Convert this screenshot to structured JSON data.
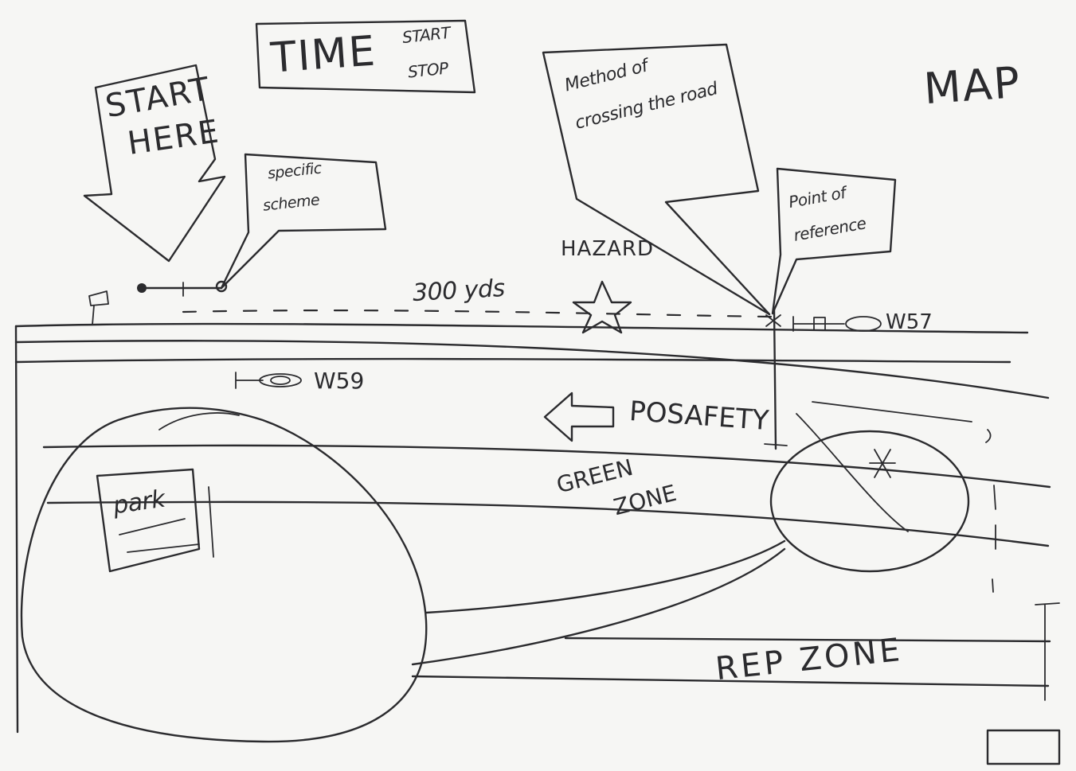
{
  "labels": {
    "map": "MAP",
    "time": "TIME",
    "start_stop": [
      "START",
      "STOP"
    ],
    "start_here": [
      "START",
      "HERE"
    ],
    "specific_scheme": [
      "specific",
      "scheme"
    ],
    "method": [
      "Method of",
      "crossing the road"
    ],
    "point_of_reference": [
      "Point of",
      "reference"
    ],
    "hazard": "HAZARD",
    "distance": "300 yds",
    "w57": "W57",
    "w59": "W59",
    "safety": "POSAFETY",
    "green_zone": [
      "GREEN",
      "ZONE"
    ],
    "park": "park",
    "rep_zone": "REP ZONE"
  },
  "colors": {
    "ink": "#2b2b2e",
    "paper": "#f6f6f4"
  }
}
